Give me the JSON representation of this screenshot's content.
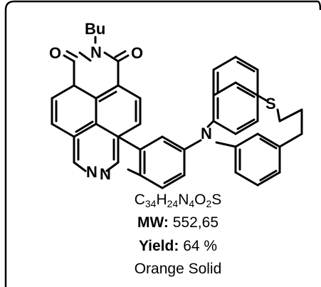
{
  "molecule": {
    "atoms": {
      "butyl": "Bu",
      "imide_n": "N",
      "o_left": "O",
      "o_right": "O",
      "azo_n1": "N",
      "azo_n2": "N",
      "phenothiazine_n": "N",
      "sulfur": "S"
    }
  },
  "formula": {
    "C": "C",
    "c_count": "34",
    "H": "H",
    "h_count": "24",
    "N": "N",
    "n_count": "4",
    "O": "O",
    "o_count": "2",
    "S": "S"
  },
  "mw": {
    "label": "MW:",
    "value": "552,65"
  },
  "yield": {
    "label": "Yield:",
    "value": "64 %"
  },
  "appearance": "Orange Solid"
}
